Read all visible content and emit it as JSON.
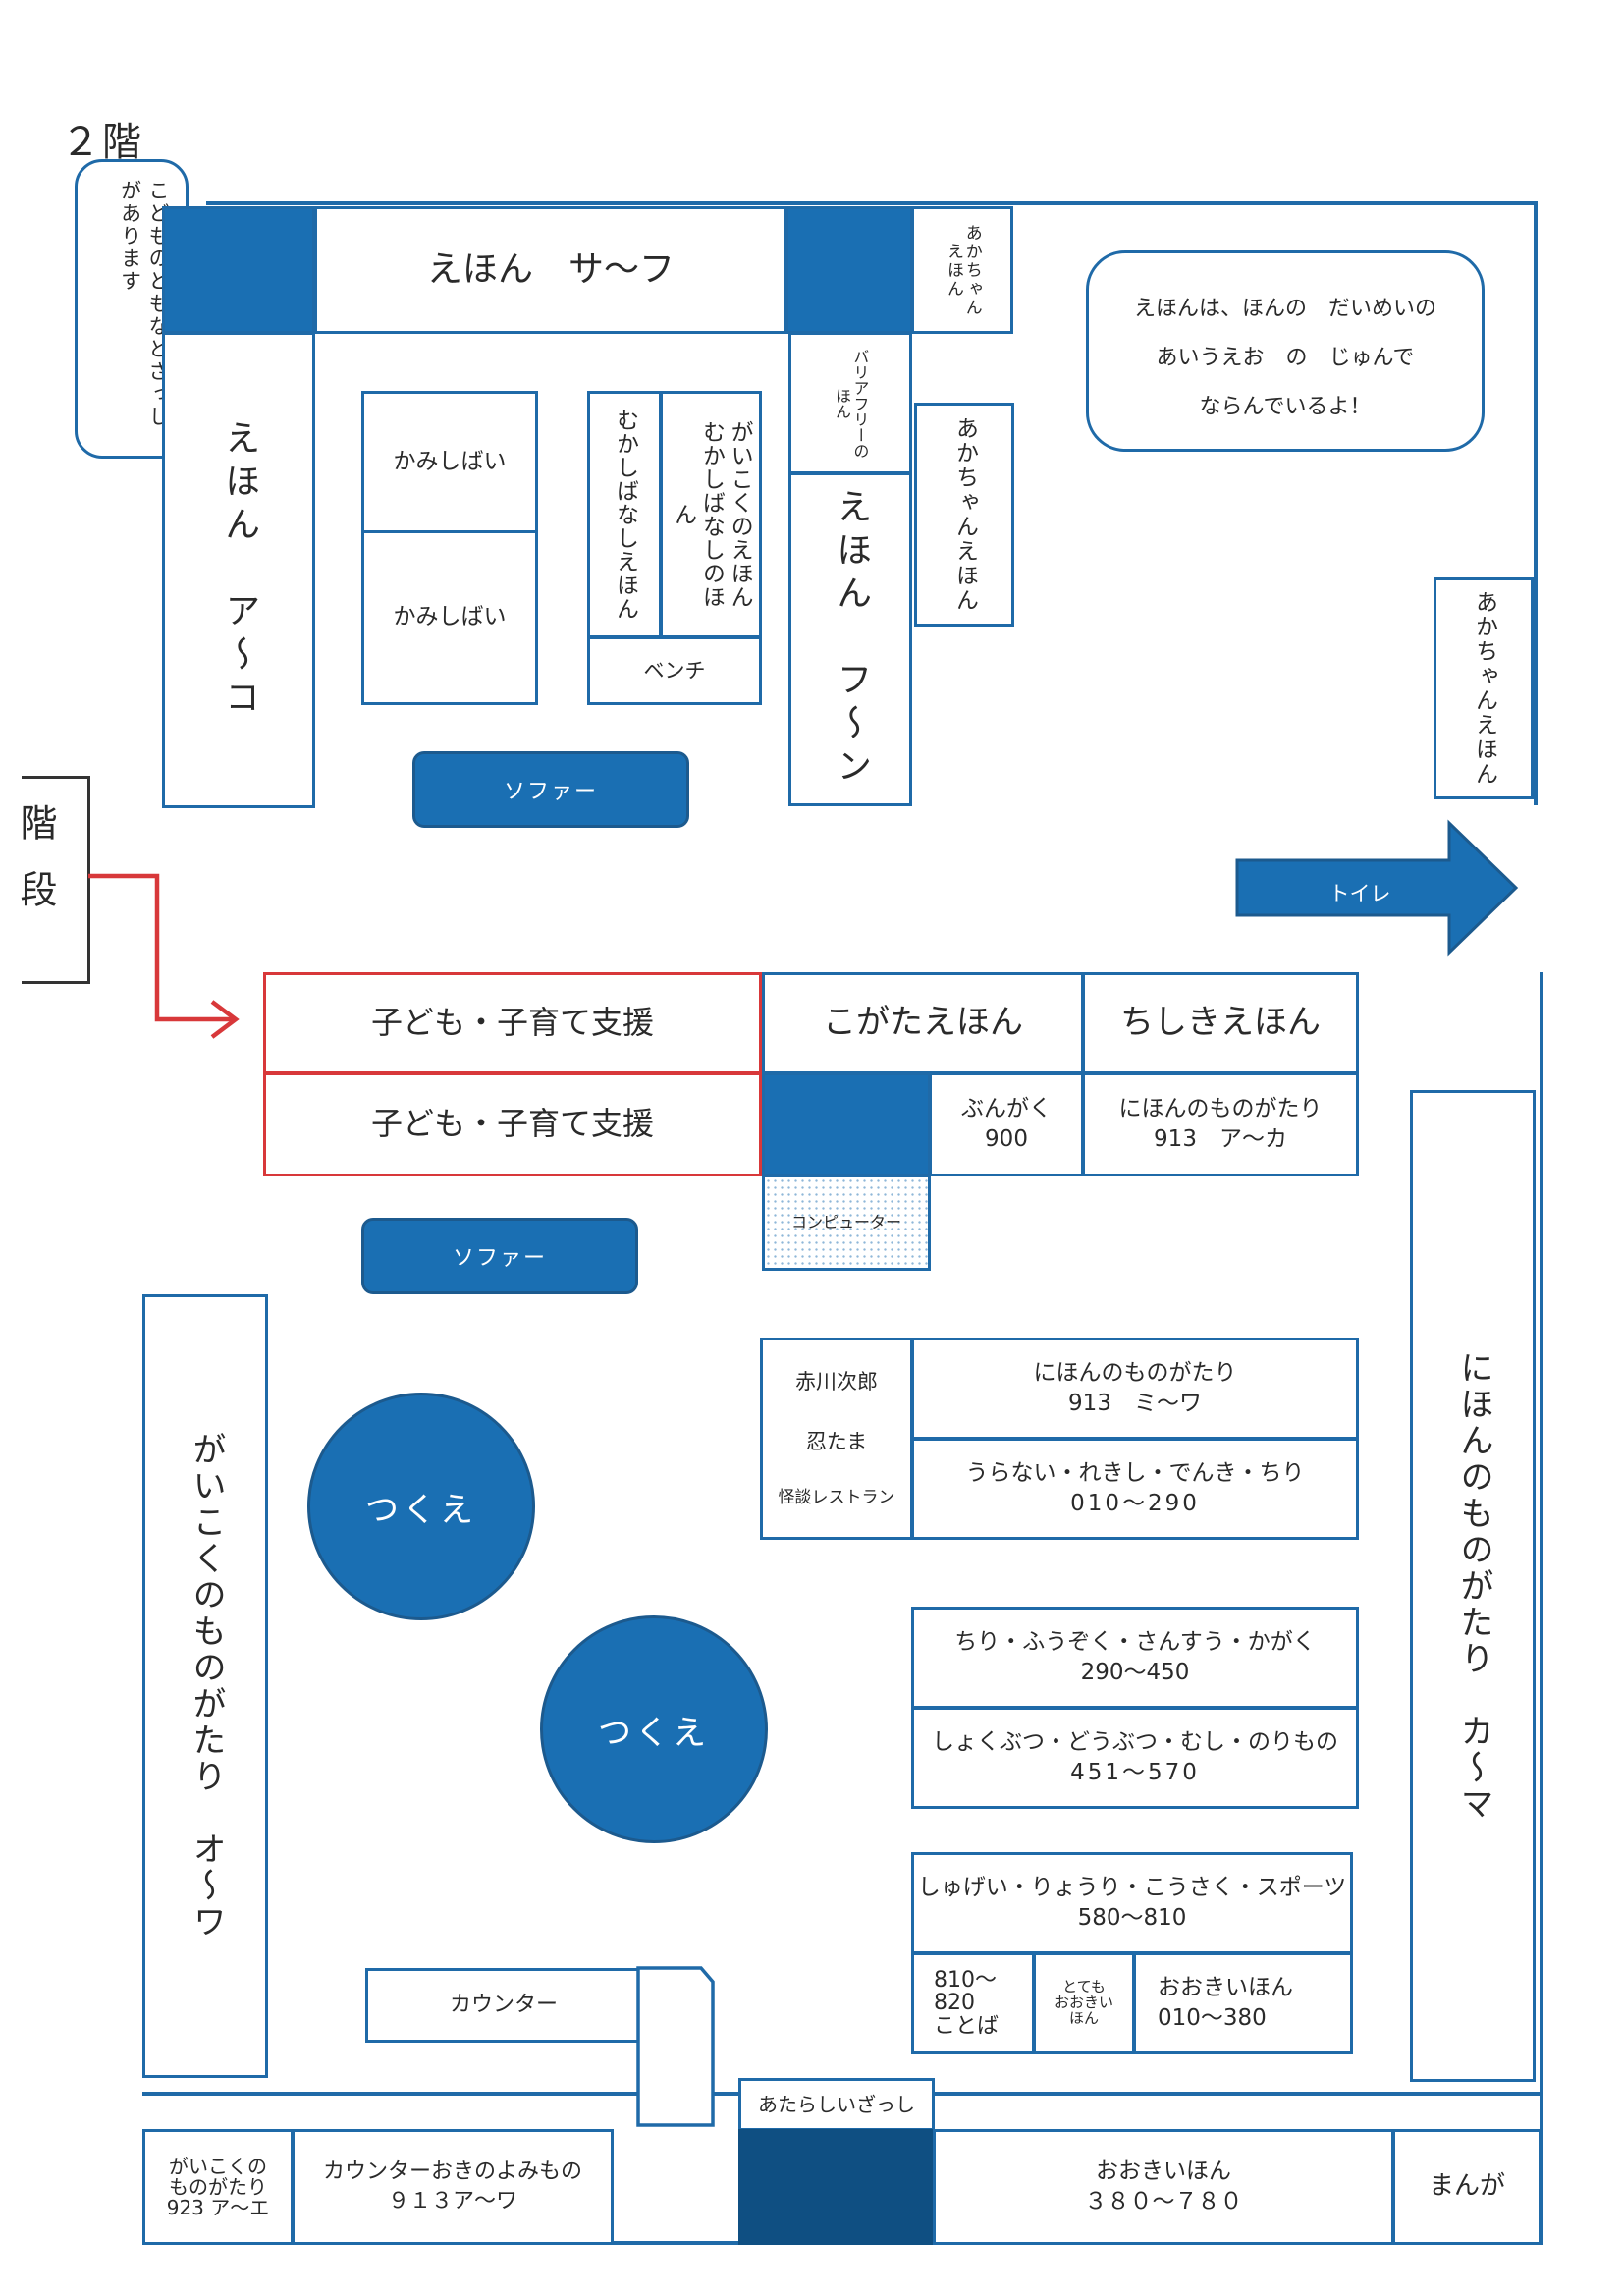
{
  "floor_title": "２階",
  "stairs_label": "階段",
  "callout_left": "こどものともなどざっしがあります",
  "callout_right": {
    "line1": "えほんは、ほんの　だいめいの",
    "line2": "あいうえお　の　じゅんで",
    "line3": "ならんでいるよ！"
  },
  "shelves_top": {
    "ehon_sa_fu": "えほん　サ～フ",
    "ehon_a_ko": "えほん　ア～コ",
    "kamishibai_1": "かみしばい",
    "kamishibai_2": "かみしばい",
    "mukashibanashi_ehon": "むかしばなしえほん",
    "gaikoku_mukashi": "がいこくのえほんむかしばなしのほん",
    "bench": "ベンチ",
    "barrier_free": "バリアフリーのほん",
    "ehon_fu_n": "えほん　フ～ン",
    "akachan_ehon_small": "あかちゃんえほん",
    "akachan_ehon_mid": "あかちゃんえほん",
    "akachan_ehon_right": "あかちゃんえほん",
    "sofa_top": "ソファー",
    "toilet": "トイレ"
  },
  "shelves_bottom": {
    "kosodate_1": "子ども・子育て支援",
    "kosodate_2": "子ども・子育て支援",
    "kogata_ehon": "こがたえほん",
    "chishiki_ehon": "ちしきえほん",
    "bungaku_line1": "ぶんがく",
    "bungaku_line2": "900",
    "nihon_913_ak_line1": "にほんのものがたり",
    "nihon_913_ak_line2": "913　ア～カ",
    "computer": "コンピューター",
    "sofa_bottom": "ソファー",
    "gaikoku_o_wa": "がいこくのものがたり　オ～ワ",
    "nihon_ka_ma": "にほんのものがたり　カ～マ",
    "table_1": "つくえ",
    "table_2": "つくえ",
    "series_1": "赤川次郎",
    "series_2": "忍たま",
    "series_3": "怪談レストラン",
    "nihon_913_mw_line1": "にほんのものがたり",
    "nihon_913_mw_line2": "913　ミ～ワ",
    "uranai_line1": "うらない・れきし・でんき・ちり",
    "uranai_line2": "010～290",
    "chiri_line1": "ちり・ふうぞく・さんすう・かがく",
    "chiri_line2": "290～450",
    "shokubutsu_line1": "しょくぶつ・どうぶつ・むし・のりもの",
    "shokubutsu_line2": "451～570",
    "shugei_line1": "しゅげい・りょうり・こうさく・スポーツ",
    "shugei_line2": "580～810",
    "kotoba_line1": "810～",
    "kotoba_line2": "820",
    "kotoba_line3": "ことば",
    "totemo_line1": "とても",
    "totemo_line2": "おおきい",
    "totemo_line3": "ほん",
    "ookii_small_line1": "おおきいほん",
    "ookii_small_line2": "010～380",
    "counter": "カウンター",
    "atarashii_zasshi": "あたらしいざっし",
    "gaikoku_923_line1": "がいこくの",
    "gaikoku_923_line2": "ものがたり",
    "gaikoku_923_line3": "923 ア～エ",
    "counter_oki_line1": "カウンターおきのよみもの",
    "counter_oki_line2": "９１３ア～ワ",
    "ookii_big_line1": "おおきいほん",
    "ookii_big_line2": "３８０～７８０",
    "manga": "まんが"
  },
  "colors": {
    "accent_blue": "#1a6fb3",
    "dark_blue": "#0f4f82",
    "border_blue": "#1f6aa8",
    "stairs_red": "#d8383a"
  }
}
